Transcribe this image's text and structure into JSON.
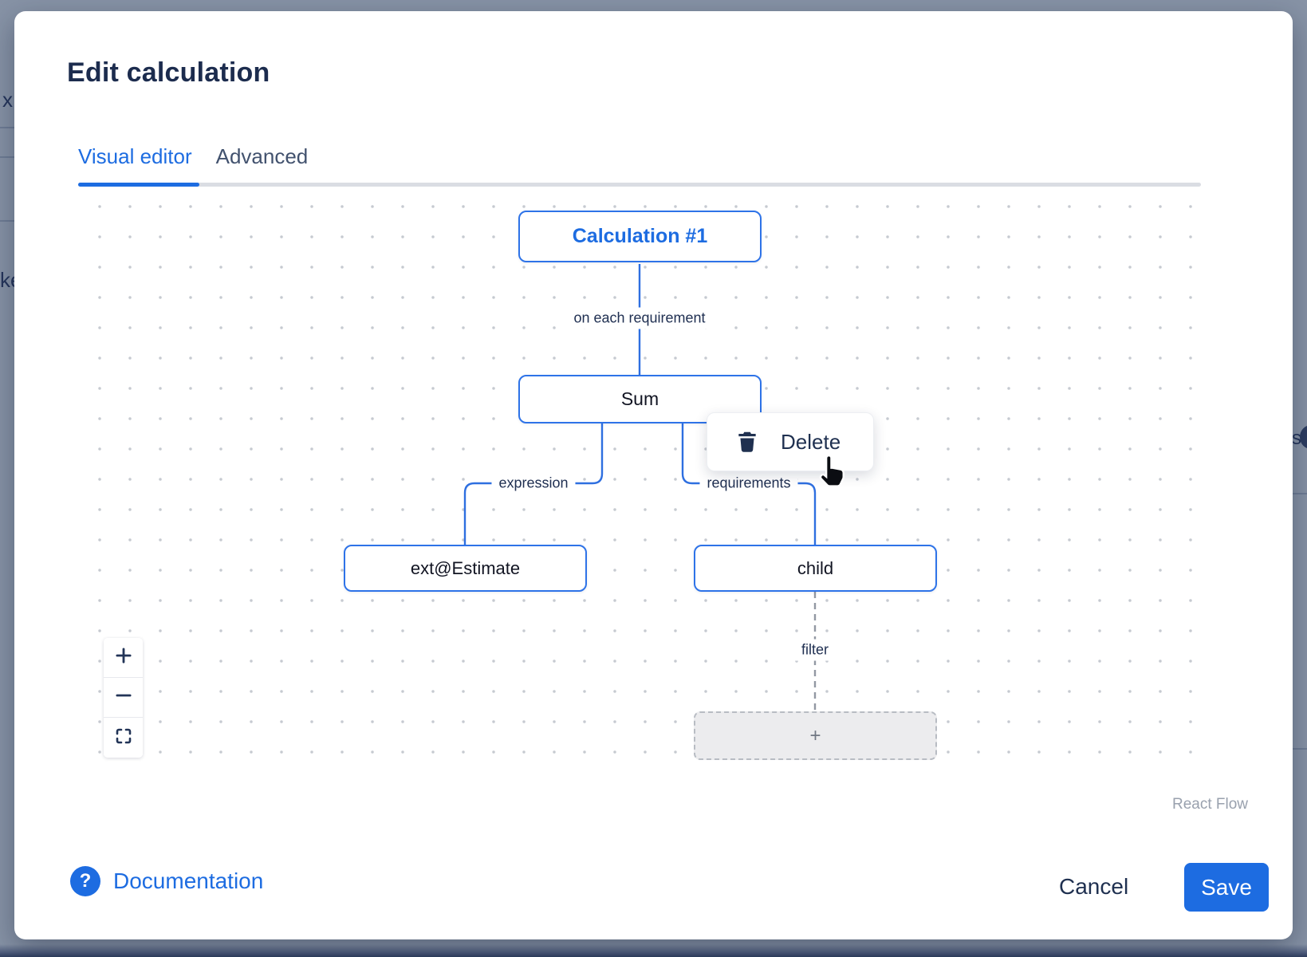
{
  "window": {
    "background_fragments": {
      "left_top": "x",
      "left_mid": "ke",
      "right": "s"
    }
  },
  "modal": {
    "title": "Edit calculation",
    "tabs": [
      {
        "label": "Visual editor",
        "active": true
      },
      {
        "label": "Advanced",
        "active": false
      }
    ],
    "footer": {
      "help_glyph": "?",
      "documentation": "Documentation",
      "cancel": "Cancel",
      "save": "Save"
    }
  },
  "flow": {
    "nodes": [
      {
        "id": "calculation",
        "label": "Calculation #1",
        "variant": "title"
      },
      {
        "id": "sum",
        "label": "Sum",
        "variant": "default"
      },
      {
        "id": "expression",
        "label": "ext@Estimate",
        "variant": "default"
      },
      {
        "id": "child",
        "label": "child",
        "variant": "default"
      },
      {
        "id": "add-placeholder",
        "label": "+",
        "variant": "placeholder"
      }
    ],
    "edges": [
      {
        "from": "calculation",
        "to": "sum",
        "label": "on each requirement",
        "style": "solid"
      },
      {
        "from": "sum",
        "to": "expression",
        "label": "expression",
        "style": "solid"
      },
      {
        "from": "sum",
        "to": "child",
        "label": "requirements",
        "style": "solid"
      },
      {
        "from": "child",
        "to": "add-placeholder",
        "label": "filter",
        "style": "dashed"
      }
    ],
    "context_menu": {
      "items": [
        {
          "label": "Delete",
          "icon": "trash-icon"
        }
      ]
    },
    "controls": [
      {
        "id": "zoom-in",
        "icon": "plus-icon"
      },
      {
        "id": "zoom-out",
        "icon": "minus-icon"
      },
      {
        "id": "fit-view",
        "icon": "fit-view-icon"
      }
    ],
    "attribution": "React Flow"
  },
  "colors": {
    "accent_blue": "#1d6ce1",
    "node_border_blue": "#2e73e8",
    "navy_text": "#1c2c4e",
    "backdrop_gray": "#8793a6",
    "edge_blue": "#2e6fe0",
    "dashed_gray": "#9298a3"
  }
}
